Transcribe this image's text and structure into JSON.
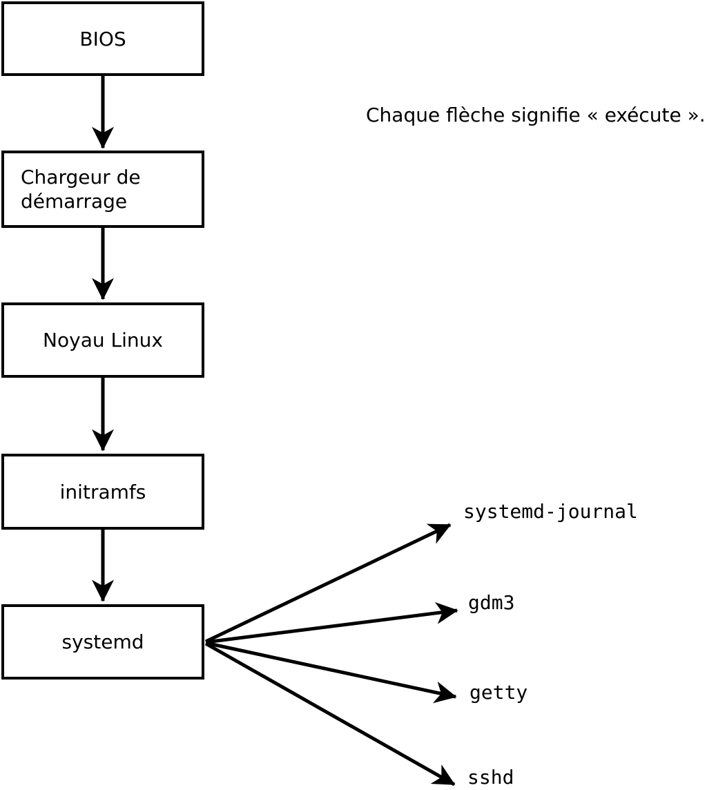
{
  "diagram": {
    "title_semantic": "linux-boot-sequence",
    "colors": {
      "background": "#ffffff",
      "stroke": "#000000",
      "text": "#000000"
    },
    "annotation": "Chaque flèche signifie « exécute ».",
    "nodes": [
      {
        "id": "bios",
        "label": "BIOS"
      },
      {
        "id": "bootloader",
        "label": "Chargeur de démarrage"
      },
      {
        "id": "kernel",
        "label": "Noyau Linux"
      },
      {
        "id": "initramfs",
        "label": "initramfs"
      },
      {
        "id": "systemd",
        "label": "systemd"
      }
    ],
    "edges_vertical": [
      {
        "from": "bios",
        "to": "bootloader",
        "meaning": "exécute"
      },
      {
        "from": "bootloader",
        "to": "kernel",
        "meaning": "exécute"
      },
      {
        "from": "kernel",
        "to": "initramfs",
        "meaning": "exécute"
      },
      {
        "from": "initramfs",
        "to": "systemd",
        "meaning": "exécute"
      }
    ],
    "processes": [
      {
        "id": "systemd-journal",
        "label": "systemd-journal"
      },
      {
        "id": "gdm3",
        "label": "gdm3"
      },
      {
        "id": "getty",
        "label": "getty"
      },
      {
        "id": "sshd",
        "label": "sshd"
      }
    ]
  }
}
